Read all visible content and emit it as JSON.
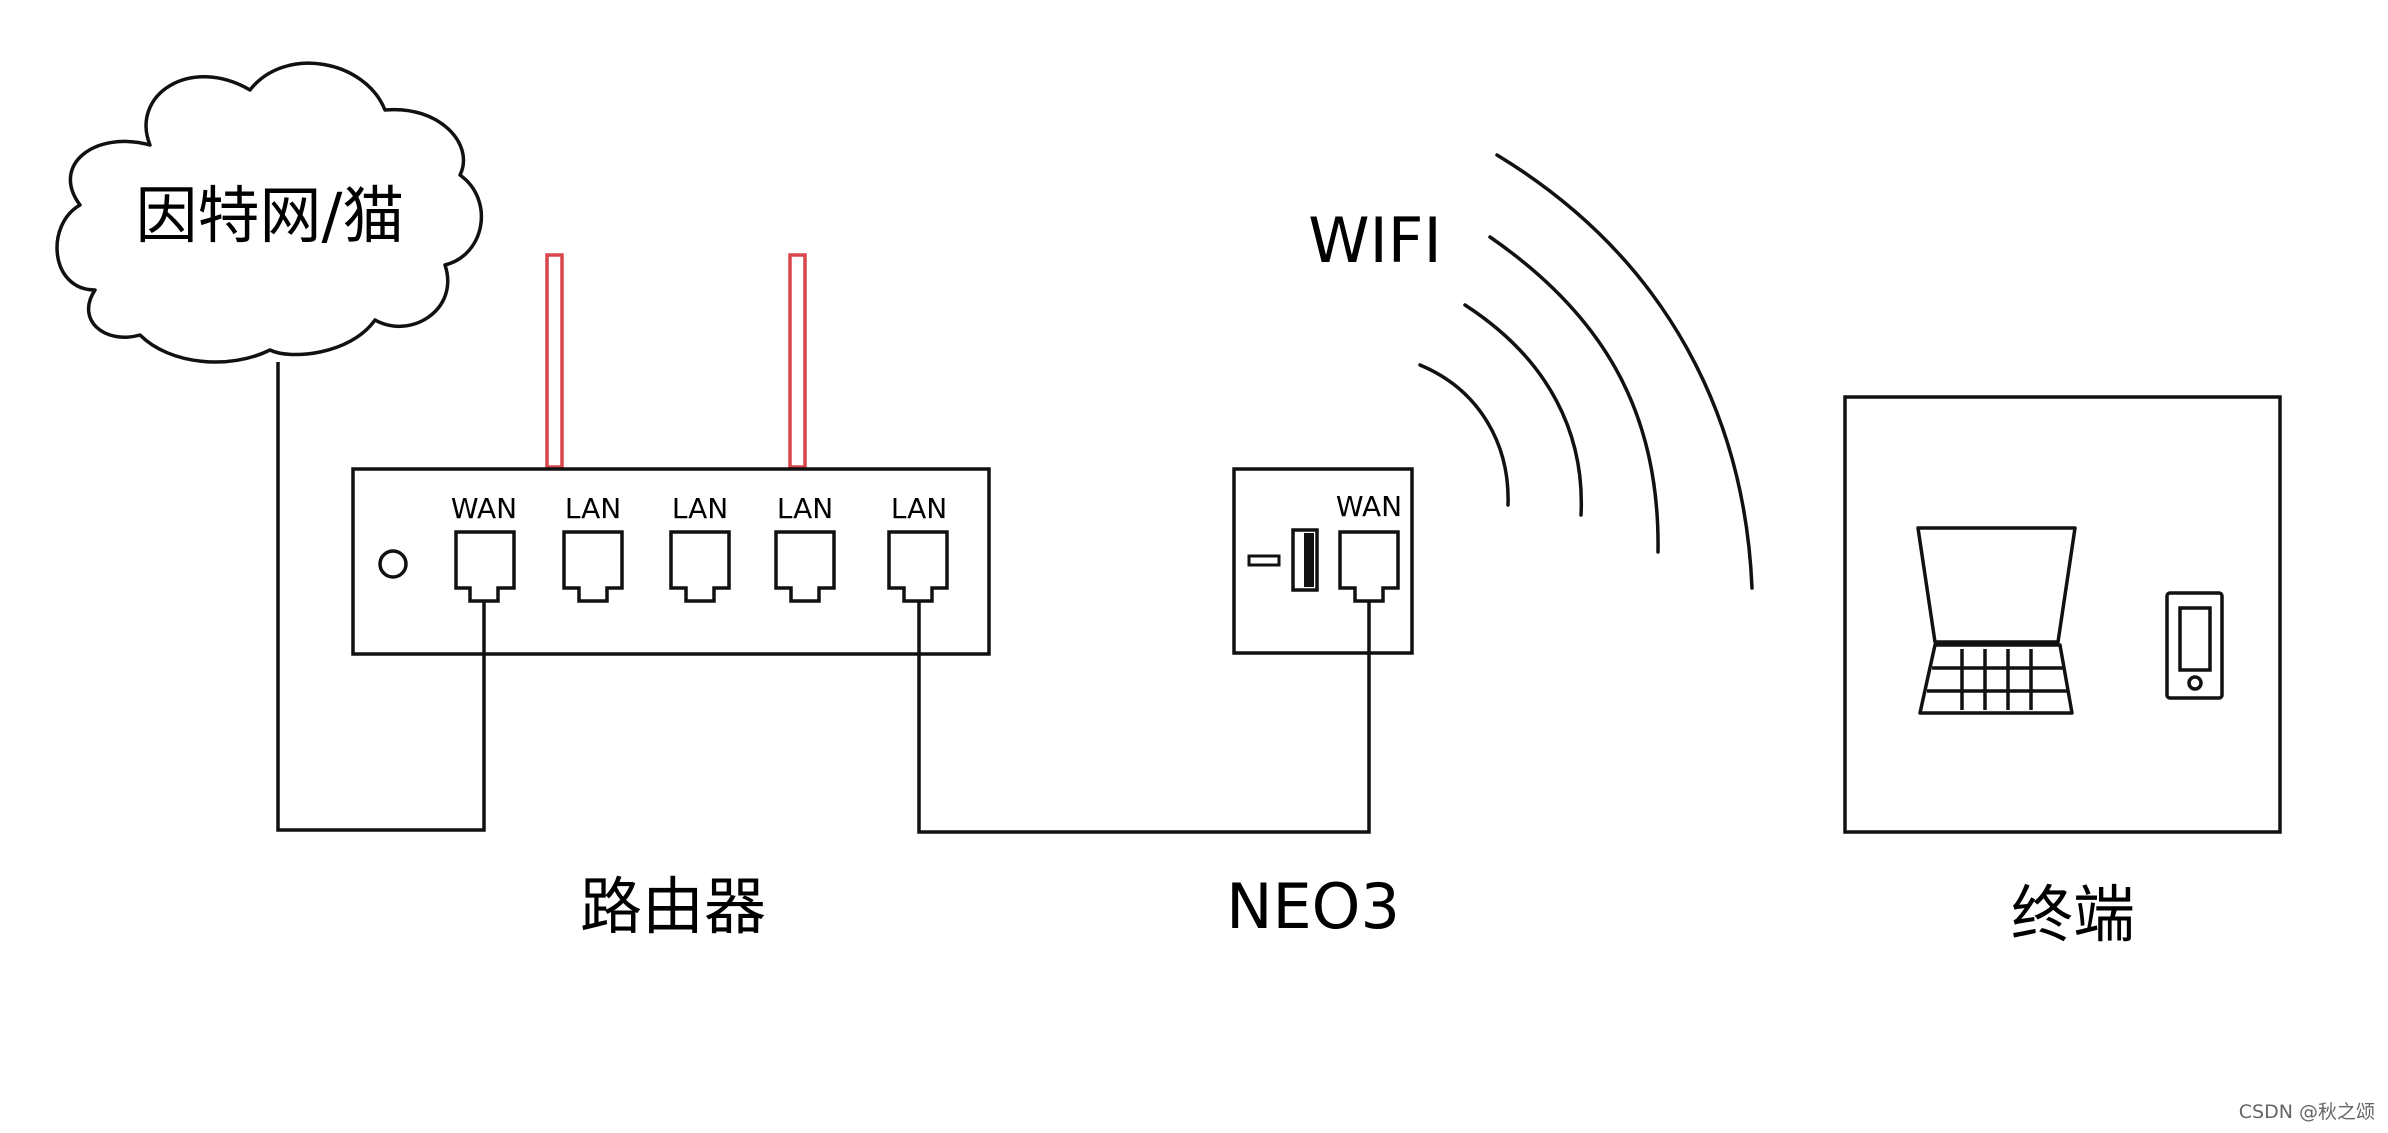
{
  "cloud": {
    "label": "因特网/猫"
  },
  "router": {
    "label": "路由器",
    "ports": [
      {
        "label": "WAN"
      },
      {
        "label": "LAN"
      },
      {
        "label": "LAN"
      },
      {
        "label": "LAN"
      },
      {
        "label": "LAN"
      }
    ]
  },
  "neo": {
    "label": "NEO3",
    "port_label": "WAN"
  },
  "wifi": {
    "label": "WIFI"
  },
  "terminal": {
    "label": "终端"
  },
  "watermark": {
    "text": "CSDN @秋之颂"
  },
  "colors": {
    "line": "#111111",
    "antenna": "#d9454d",
    "background": "#ffffff"
  }
}
